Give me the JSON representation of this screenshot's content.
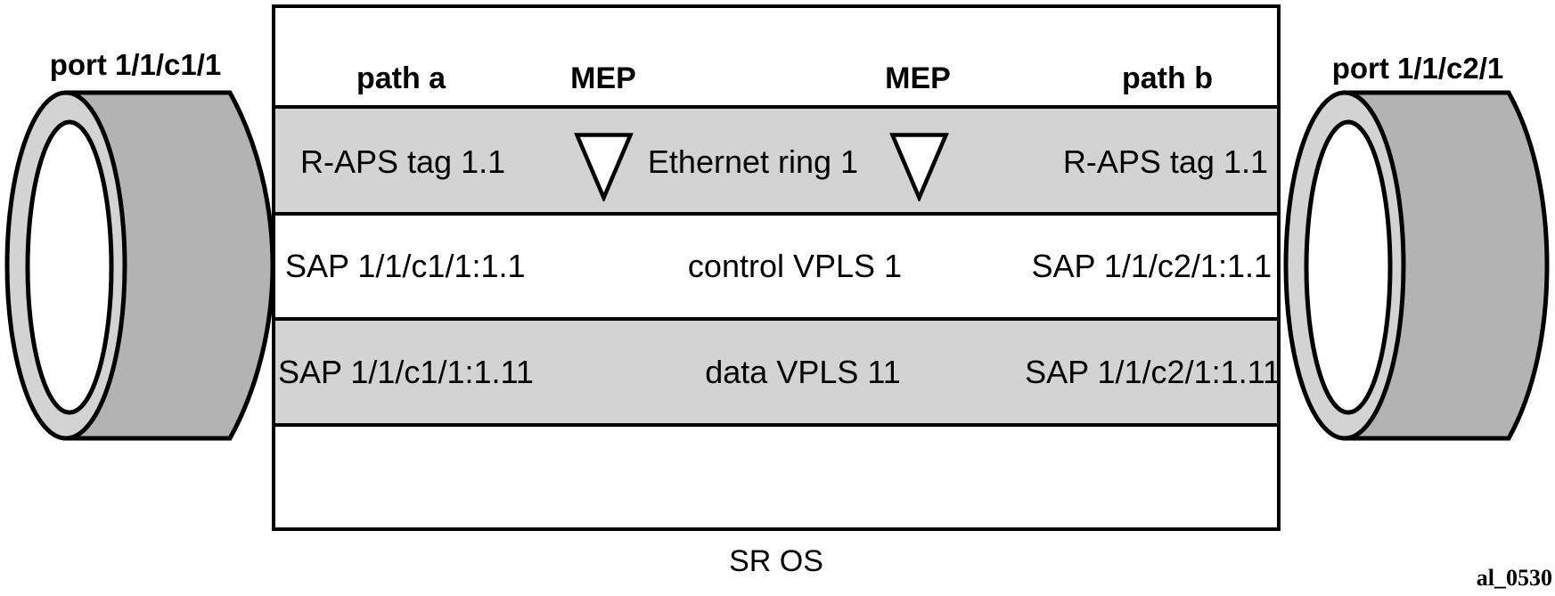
{
  "ports": {
    "left": {
      "label": "port 1/1/c1/1"
    },
    "right": {
      "label": "port 1/1/c2/1"
    }
  },
  "header": {
    "path_a": "path a",
    "mep_left": "MEP",
    "mep_right": "MEP",
    "path_b": "path b"
  },
  "rows": [
    {
      "left": "R-APS tag 1.1",
      "center": "Ethernet ring 1",
      "right": "R-APS tag 1.1"
    },
    {
      "left": "SAP 1/1/c1/1:1.1",
      "center": "control VPLS 1",
      "right": "SAP 1/1/c2/1:1.1"
    },
    {
      "left": "SAP 1/1/c1/1:1.11",
      "center": "data VPLS 11",
      "right": "SAP 1/1/c2/1:1.11"
    }
  ],
  "footer": {
    "system_label": "SR OS",
    "figure_id": "al_0530"
  },
  "icons": {
    "mep_symbol": "downward-triangle",
    "port_symbol": "cylinder"
  },
  "colors": {
    "row_gray": "#d3d3d3",
    "cylinder_body": "#b3b3b3",
    "cylinder_rim": "#d3d3d3",
    "stroke": "#000000",
    "background": "#ffffff"
  }
}
